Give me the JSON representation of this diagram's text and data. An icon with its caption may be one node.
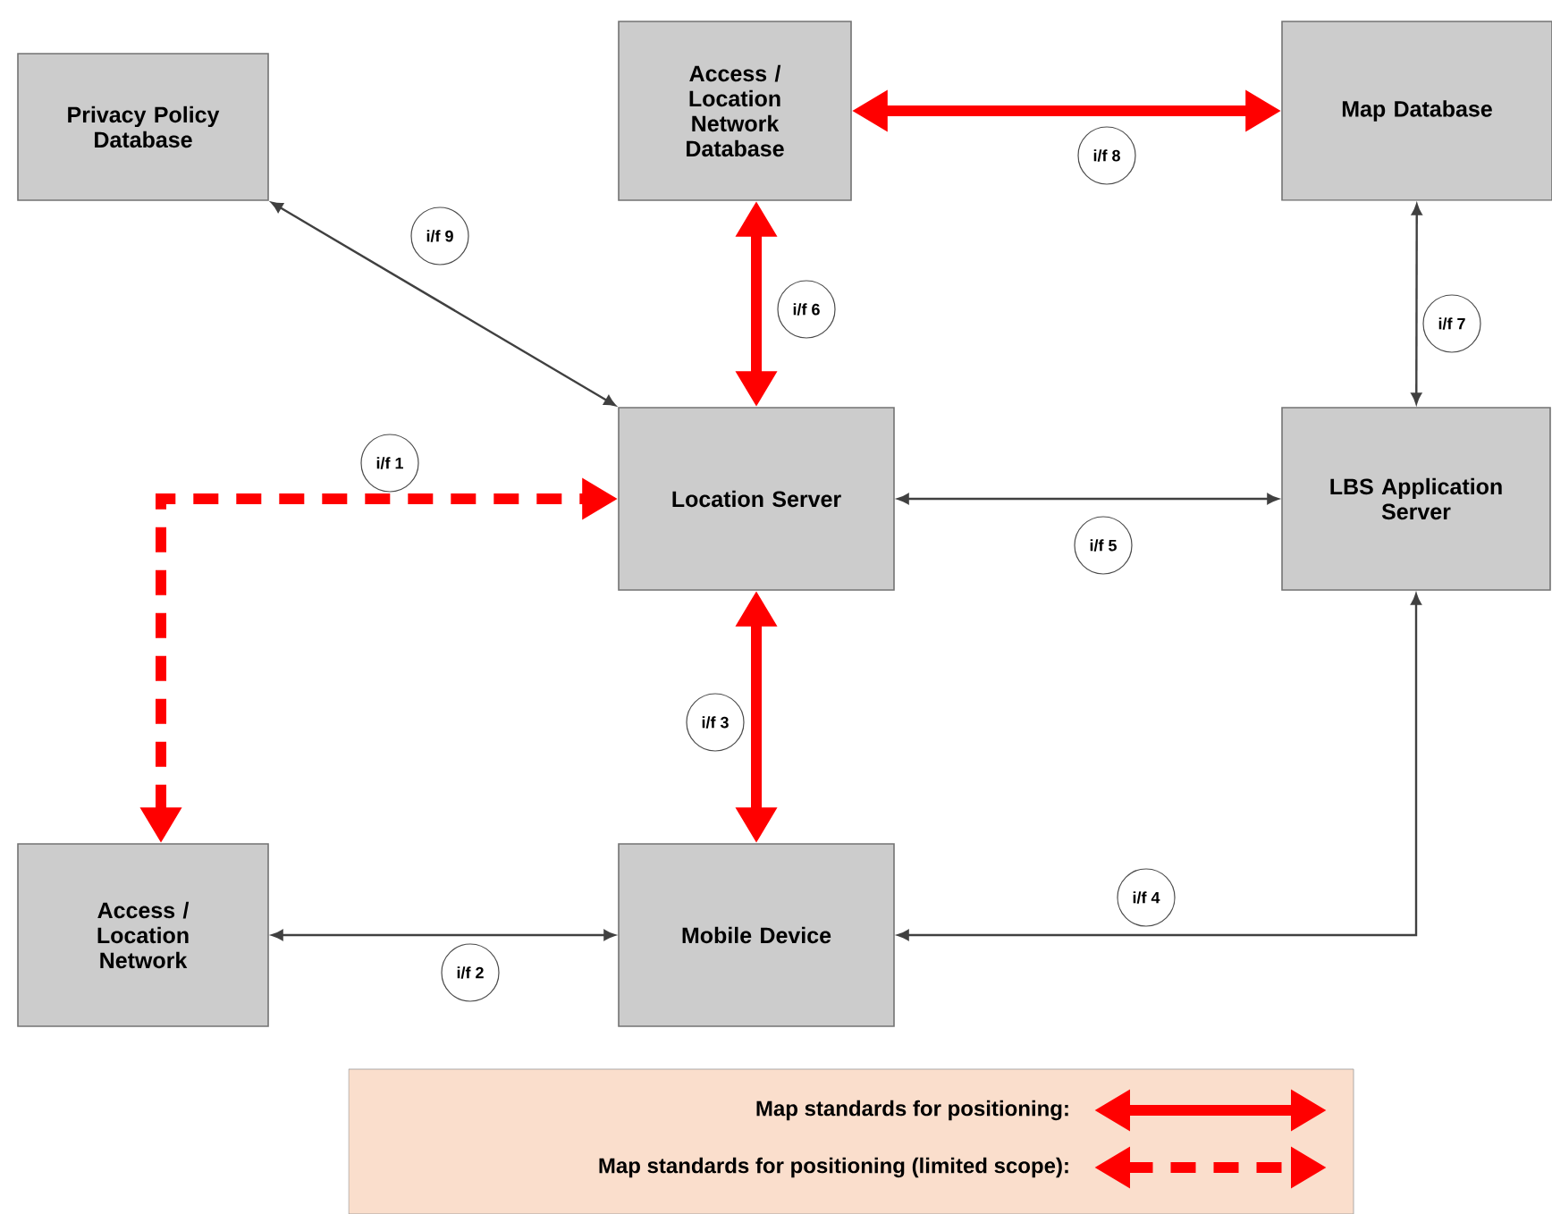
{
  "diagram": {
    "nodes": [
      {
        "text": [
          "Privacy Policy Database"
        ]
      },
      {
        "text": [
          "Access / Location Network Database"
        ]
      },
      {
        "text": [
          "Map Database"
        ]
      },
      {
        "text": [
          "Location Server"
        ]
      },
      {
        "text": [
          "LBS Application Server"
        ]
      },
      {
        "text": [
          "Access / Location Network"
        ]
      },
      {
        "text": [
          "Mobile Device"
        ]
      }
    ],
    "edges": [
      {
        "from": 5,
        "to": 3,
        "arrow": "both",
        "label": "i/f 1",
        "style": "dashed",
        "color": "#ff0000"
      },
      {
        "from": 5,
        "to": 6,
        "arrow": "both",
        "label": "i/f 2"
      },
      {
        "from": 3,
        "to": 6,
        "arrow": "both",
        "label": "i/f 3",
        "style": "thick",
        "color": "#ff0000"
      },
      {
        "from": 6,
        "to": 4,
        "arrow": "both",
        "label": "i/f 4"
      },
      {
        "from": 3,
        "to": 4,
        "arrow": "both",
        "label": "i/f 5"
      },
      {
        "from": 1,
        "to": 3,
        "arrow": "both",
        "label": "i/f 6",
        "style": "thick",
        "color": "#ff0000"
      },
      {
        "from": 2,
        "to": 4,
        "arrow": "both",
        "label": "i/f 7"
      },
      {
        "from": 1,
        "to": 2,
        "arrow": "both",
        "label": "i/f 8",
        "style": "thick",
        "color": "#ff0000"
      },
      {
        "from": 0,
        "to": 3,
        "arrow": "both",
        "label": "i/f 9"
      }
    ],
    "legend": [
      {
        "text": "Map standards for positioning:"
      },
      {
        "text": "Map standards for positioning (limited scope):"
      }
    ]
  }
}
